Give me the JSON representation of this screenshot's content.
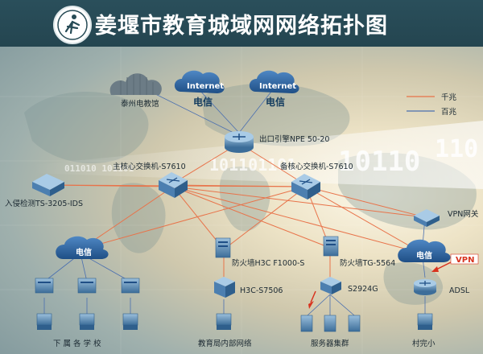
{
  "header": {
    "title": "姜堰市教育城域网网络拓扑图"
  },
  "legend": {
    "gigabit": "千兆",
    "hundred_mbit": "百兆",
    "gigabit_color": "#e8734a",
    "hundred_mbit_color": "#4a6fb0"
  },
  "decor": {
    "binary_1": "011010 101101",
    "binary_2": "101101101",
    "binary_3": "10110",
    "binary_4": "110"
  },
  "nodes": {
    "taizhou": "泰州电教馆",
    "internet_1": "Internet",
    "internet_2": "Internet",
    "dianxin_top_1": "电信",
    "dianxin_top_2": "电信",
    "egress": "出口引擎NPE 50-20",
    "core_main": "主核心交换机-S7610",
    "core_backup": "备核心交换机-S7610",
    "ids": "入侵检测TS-3205-IDS",
    "vpn": "VPN网关",
    "dianxin_left": "电信",
    "dianxin_right": "电信",
    "fw_h3c": "防火墙H3C F1000-S",
    "fw_tg": "防火墙TG-5564",
    "sw_s7506": "H3C-S7506",
    "sw_s2924": "S2924G",
    "vpn_tag": "VPN",
    "adsl": "ADSL",
    "schools": "下 属 各 学 校",
    "internal": "教育局内部网络",
    "servers": "服务器集群",
    "village": "村完小"
  },
  "colors": {
    "header_bg": "#264a55",
    "device_blue": "#3f6f9c",
    "cloud_blue": "#2f66a3",
    "vpn_red": "#d8321e"
  }
}
